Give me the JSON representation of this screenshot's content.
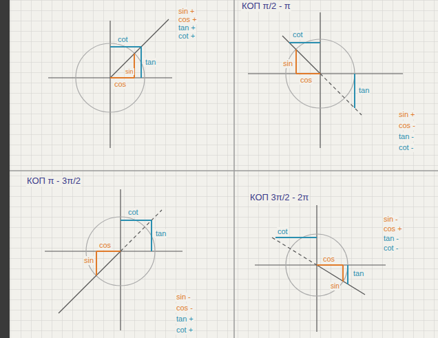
{
  "diagram": {
    "labels": [
      "КОП π/2 - π",
      "sin +",
      "cos +",
      "tan +",
      "cot +",
      "cot",
      "tan",
      "cos",
      "sin",
      "cot",
      "sin",
      "cos",
      "tan",
      "sin +",
      "cos -",
      "tan -",
      "cot -",
      "КОП π - 3π/2",
      "cot",
      "tan",
      "sin",
      "cos",
      "sin -",
      "cos -",
      "tan +",
      "cot +",
      "КОП 3π/2 - 2π",
      "cot",
      "cos",
      "sin",
      "tan",
      "sin -",
      "cos +",
      "tan -",
      "cot -"
    ]
  }
}
